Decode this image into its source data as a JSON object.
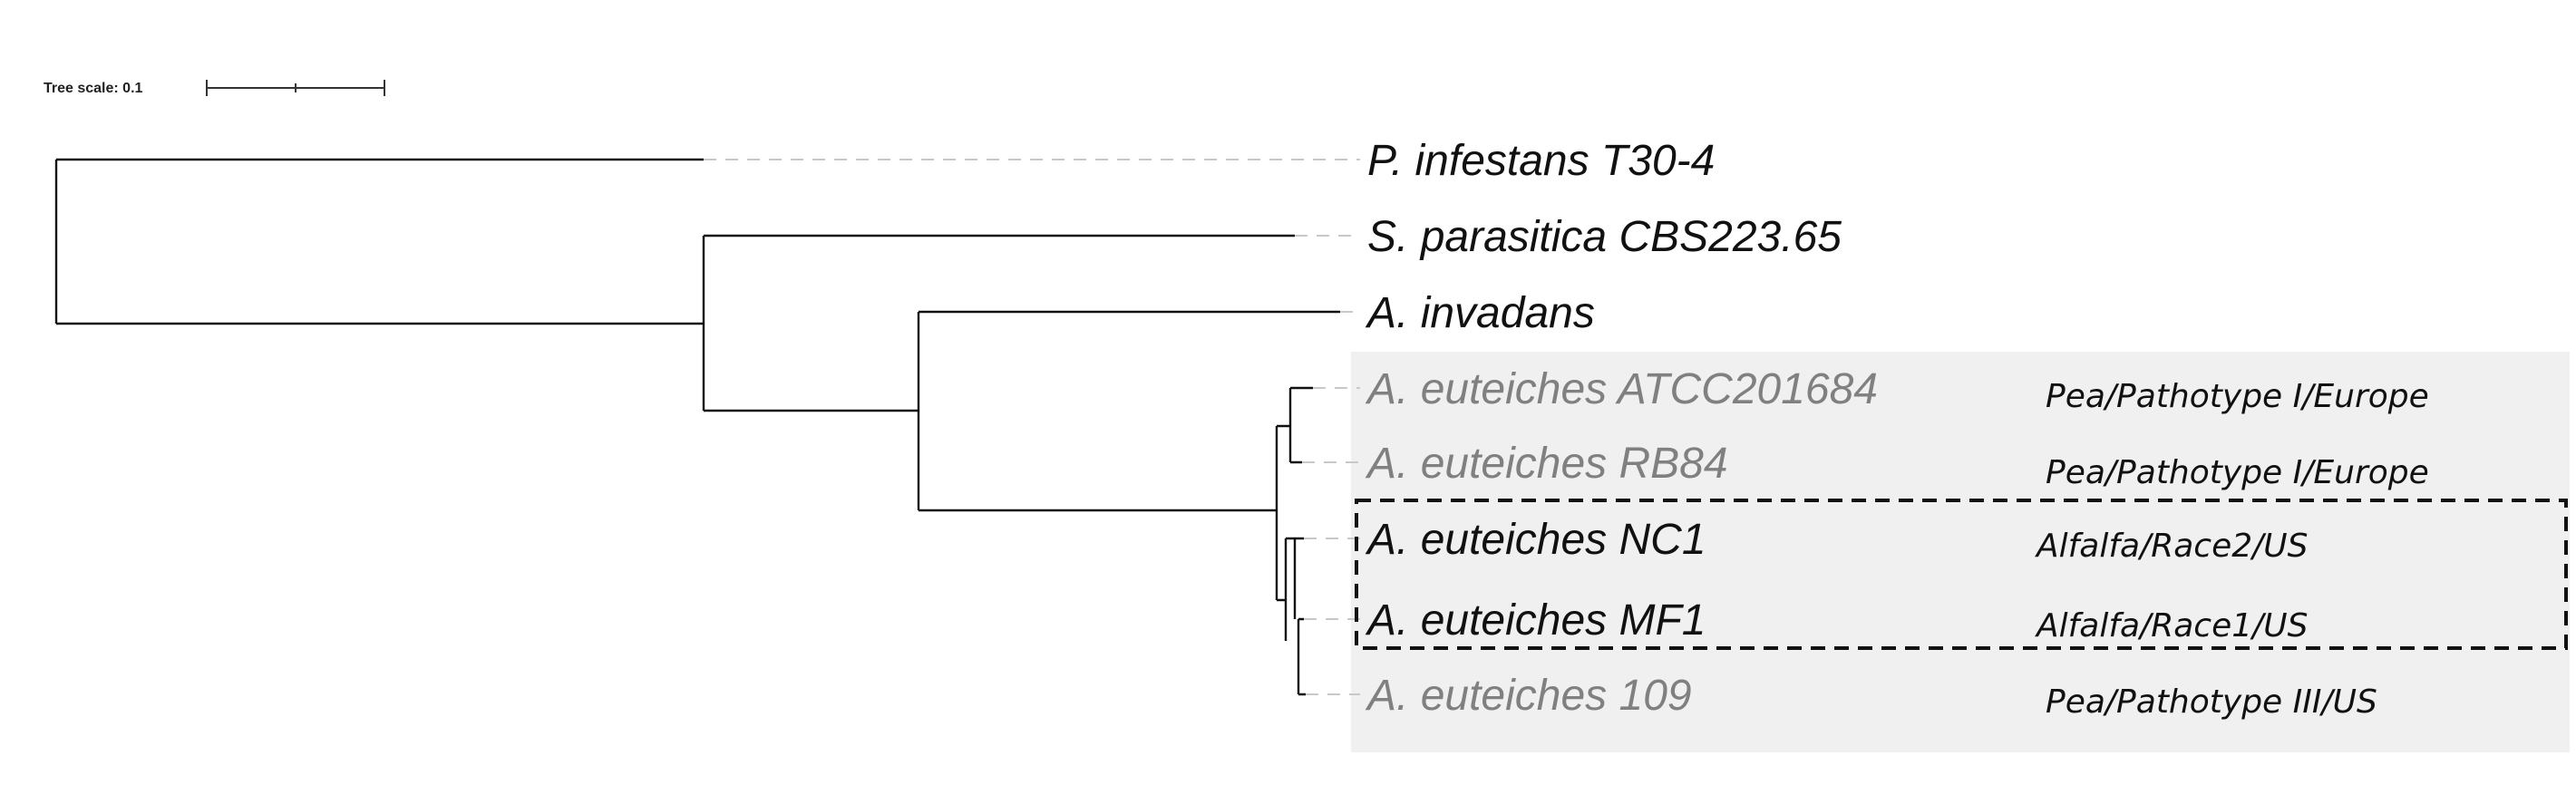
{
  "tree_scale": {
    "label": "Tree scale: 0.1"
  },
  "colors": {
    "branch": "#111111",
    "taxon_dark": "#111111",
    "taxon_gray": "#808080",
    "highlight": "#f0f0f0",
    "leader": "#c8c8c8"
  },
  "taxa": [
    {
      "id": "p-infestans",
      "label": "P. infestans T30-4",
      "meta": "",
      "tone": "dark",
      "highlighted": false
    },
    {
      "id": "s-parasitica",
      "label": "S. parasitica CBS223.65",
      "meta": "",
      "tone": "dark",
      "highlighted": false
    },
    {
      "id": "a-invadans",
      "label": "A. invadans",
      "meta": "",
      "tone": "dark",
      "highlighted": false
    },
    {
      "id": "a-euteiches-atcc201684",
      "label": "A. euteiches ATCC201684",
      "meta": "Pea/Pathotype I/Europe",
      "tone": "gray",
      "highlighted": true
    },
    {
      "id": "a-euteiches-rb84",
      "label": "A. euteiches RB84",
      "meta": "Pea/Pathotype I/Europe",
      "tone": "gray",
      "highlighted": true
    },
    {
      "id": "a-euteiches-nc1",
      "label": "A. euteiches NC1",
      "meta": "Alfalfa/Race2/US",
      "tone": "dark",
      "highlighted": true
    },
    {
      "id": "a-euteiches-mf1",
      "label": "A. euteiches MF1",
      "meta": "Alfalfa/Race1/US",
      "tone": "dark",
      "highlighted": true
    },
    {
      "id": "a-euteiches-109",
      "label": "A. euteiches 109",
      "meta": "Pea/Pathotype III/US",
      "tone": "gray",
      "highlighted": true
    }
  ]
}
